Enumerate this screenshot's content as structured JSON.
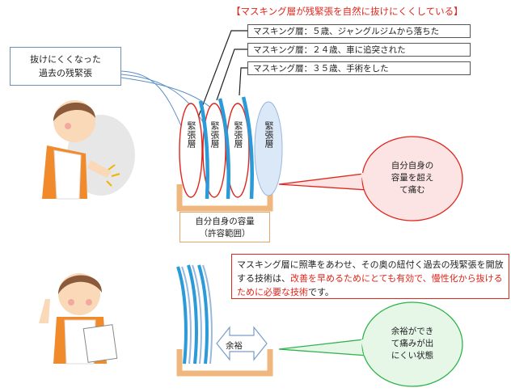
{
  "title": "【マスキング層が残緊張を自然に抜けにくくしている】",
  "masking_layers": [
    "マスキング層：５歳、ジャングルジムから落ちた",
    "マスキング層：２４歳、車に追突された",
    "マスキング層：３５歳、手術をした"
  ],
  "old_stress_label": "抜けにくくなった\n過去の残緊張",
  "stress_layer_label": "緊張層",
  "capacity_label": "自分自身の容量\n（許容範囲）",
  "bubble_top": "自分自身の\n容量を超え\nて痛む",
  "bubble_bottom": "余裕ができ\nて痛みが出\nにくい状態",
  "explanation": {
    "part1": "マスキング層に照準をあわせ、その奥の紐付く過去の残緊張を開放する技術は、",
    "part2_red": "改善を早めるためにとても有効で、慢性化から抜けるために必要な技術",
    "part3": "です。"
  },
  "margin_label": "余裕",
  "colors": {
    "red": "#e0251b",
    "blue": "#2a9ad8",
    "green": "#2db34a",
    "box_orange": "#e5a56a"
  }
}
